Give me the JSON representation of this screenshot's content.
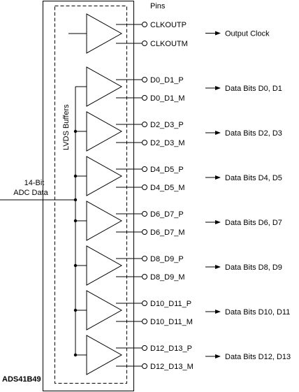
{
  "device_name": "ADS41B49",
  "pins_header": "Pins",
  "buffers_label": "LVDS Buffers",
  "input_label": [
    "14-Bit",
    "ADC Data"
  ],
  "clock_channel": {
    "pos": "CLKOUTP",
    "neg": "CLKOUTM",
    "output": "Output Clock"
  },
  "data_channels": [
    {
      "pos": "D0_D1_P",
      "neg": "D0_D1_M",
      "output": "Data Bits D0, D1"
    },
    {
      "pos": "D2_D3_P",
      "neg": "D2_D3_M",
      "output": "Data Bits D2, D3"
    },
    {
      "pos": "D4_D5_P",
      "neg": "D4_D5_M",
      "output": "Data Bits D4, D5"
    },
    {
      "pos": "D6_D7_P",
      "neg": "D6_D7_M",
      "output": "Data Bits D6, D7"
    },
    {
      "pos": "D8_D9_P",
      "neg": "D8_D9_M",
      "output": "Data Bits D8, D9"
    },
    {
      "pos": "D10_D11_P",
      "neg": "D10_D11_M",
      "output": "Data Bits D10, D11"
    },
    {
      "pos": "D12_D13_P",
      "neg": "D12_D13_M",
      "output": "Data Bits D12, D13"
    }
  ]
}
